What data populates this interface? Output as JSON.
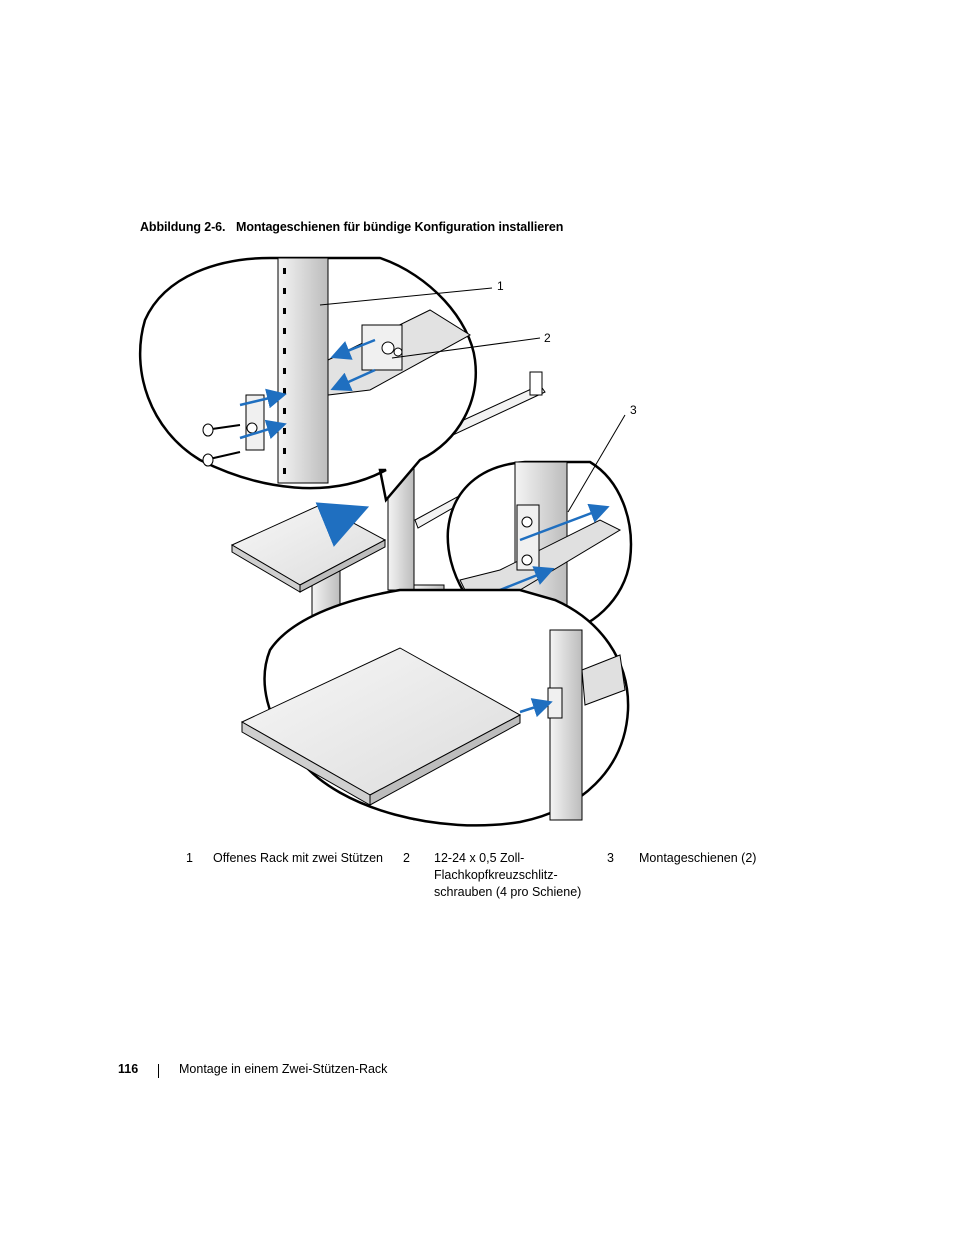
{
  "caption": {
    "number": "Abbildung 2-6.",
    "title": "Montageschienen für bündige Konfiguration installieren"
  },
  "callouts": [
    "1",
    "2",
    "3"
  ],
  "legend": [
    {
      "number": "1",
      "text": "Offenes Rack mit zwei Stützen"
    },
    {
      "number": "2",
      "text_lines": [
        "12-24 x 0,5 Zoll-",
        "Flachkopfkreuzschlitz-",
        "schrauben (4 pro Schiene)"
      ]
    },
    {
      "number": "3",
      "text": "Montageschienen (2)"
    }
  ],
  "footer": {
    "page_number": "116",
    "section_title": "Montage in einem Zwei-Stützen-Rack"
  },
  "colors": {
    "arrow": "#1f6fc0",
    "line": "#000000",
    "shade": "#cfcfcf"
  }
}
